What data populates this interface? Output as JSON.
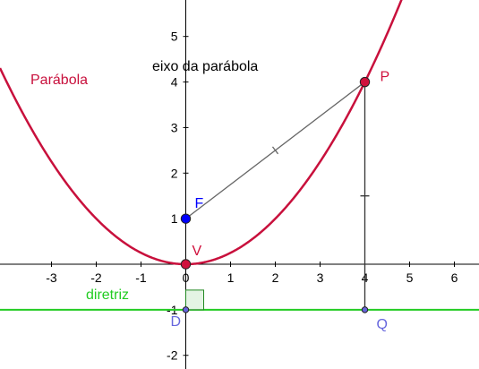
{
  "chart_data": {
    "type": "diagram",
    "x_ticks": [
      -3,
      -2,
      -1,
      0,
      1,
      2,
      3,
      4,
      5,
      6
    ],
    "x_tick_labels": [
      "-3",
      "-2",
      "-1",
      "0",
      "1",
      "2",
      "3",
      "4",
      "5",
      "6"
    ],
    "y_ticks": [
      -2,
      -1,
      1,
      2,
      3,
      4,
      5
    ],
    "y_tick_labels": [
      "-2",
      "-1",
      "1",
      "2",
      "3",
      "4",
      "5"
    ],
    "xlim": [
      -4.15,
      6.55
    ],
    "ylim": [
      -2.3,
      5.8
    ],
    "parabola": {
      "equation": "y = x^2 / 4",
      "a": 0.25,
      "label": "Parábola",
      "color": "#C8103C"
    },
    "axis_label": "eixo da parábola",
    "directrix": {
      "y": -1,
      "label": "diretriz",
      "color": "#22CC22"
    },
    "points": [
      {
        "name": "F",
        "x": 0,
        "y": 1,
        "color": "#0000FF"
      },
      {
        "name": "V",
        "x": 0,
        "y": 0,
        "color": "#D0103C"
      },
      {
        "name": "P",
        "x": 4,
        "y": 4,
        "color": "#D0103C"
      },
      {
        "name": "D",
        "x": 0,
        "y": -1,
        "color": "#6666DD"
      },
      {
        "name": "Q",
        "x": 4,
        "y": -1,
        "color": "#6666DD"
      }
    ],
    "segments": [
      {
        "from": "F",
        "to": "P",
        "color": "#666666"
      },
      {
        "from": "P",
        "to": "Q",
        "color": "#333333"
      }
    ]
  }
}
